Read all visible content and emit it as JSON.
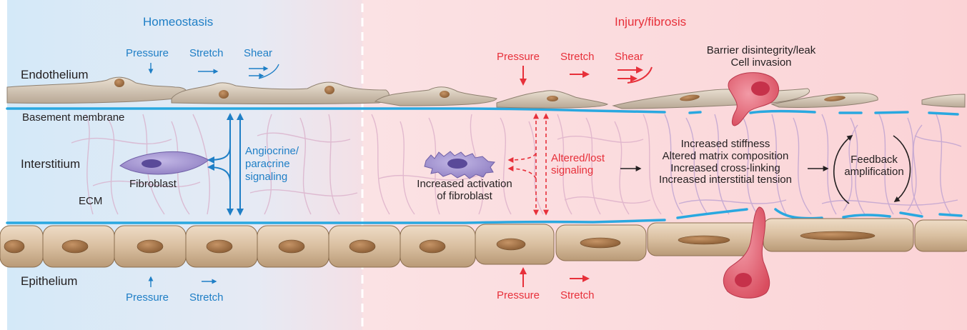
{
  "panels": {
    "homeostasis": "Homeostasis",
    "injury": "Injury/fibrosis"
  },
  "layers": {
    "endothelium": "Endothelium",
    "basement_membrane": "Basement membrane",
    "interstitium": "Interstitium",
    "ecm": "ECM",
    "epithelium": "Epithelium"
  },
  "homeostasis": {
    "top_forces": [
      "Pressure",
      "Stretch",
      "Shear"
    ],
    "bottom_forces": [
      "Pressure",
      "Stretch"
    ],
    "fibroblast": "Fibroblast",
    "signaling": [
      "Angiocrine/",
      "paracrine",
      "signaling"
    ]
  },
  "injury": {
    "top_forces": [
      "Pressure",
      "Stretch",
      "Shear"
    ],
    "bottom_forces": [
      "Pressure",
      "Stretch"
    ],
    "barrier": [
      "Barrier disintegrity/leak",
      "Cell invasion"
    ],
    "fibroblast": [
      "Increased activation",
      "of fibroblast"
    ],
    "signaling": [
      "Altered/lost",
      "signaling"
    ],
    "matrix_changes": [
      "Increased stiffness",
      "Altered matrix composition",
      "Increased cross-linking",
      "Increased interstitial tension"
    ],
    "feedback": [
      "Feedback",
      "amplification"
    ]
  },
  "colors": {
    "blue_text": "#1f7fc6",
    "red_text": "#e7303a",
    "membrane": "#29a8e0",
    "cell_fill": "#d9bfa0",
    "nucleus": "#a9784d",
    "fibroblast": "#9f8fcd",
    "invading_cell": "#e76a7a"
  }
}
